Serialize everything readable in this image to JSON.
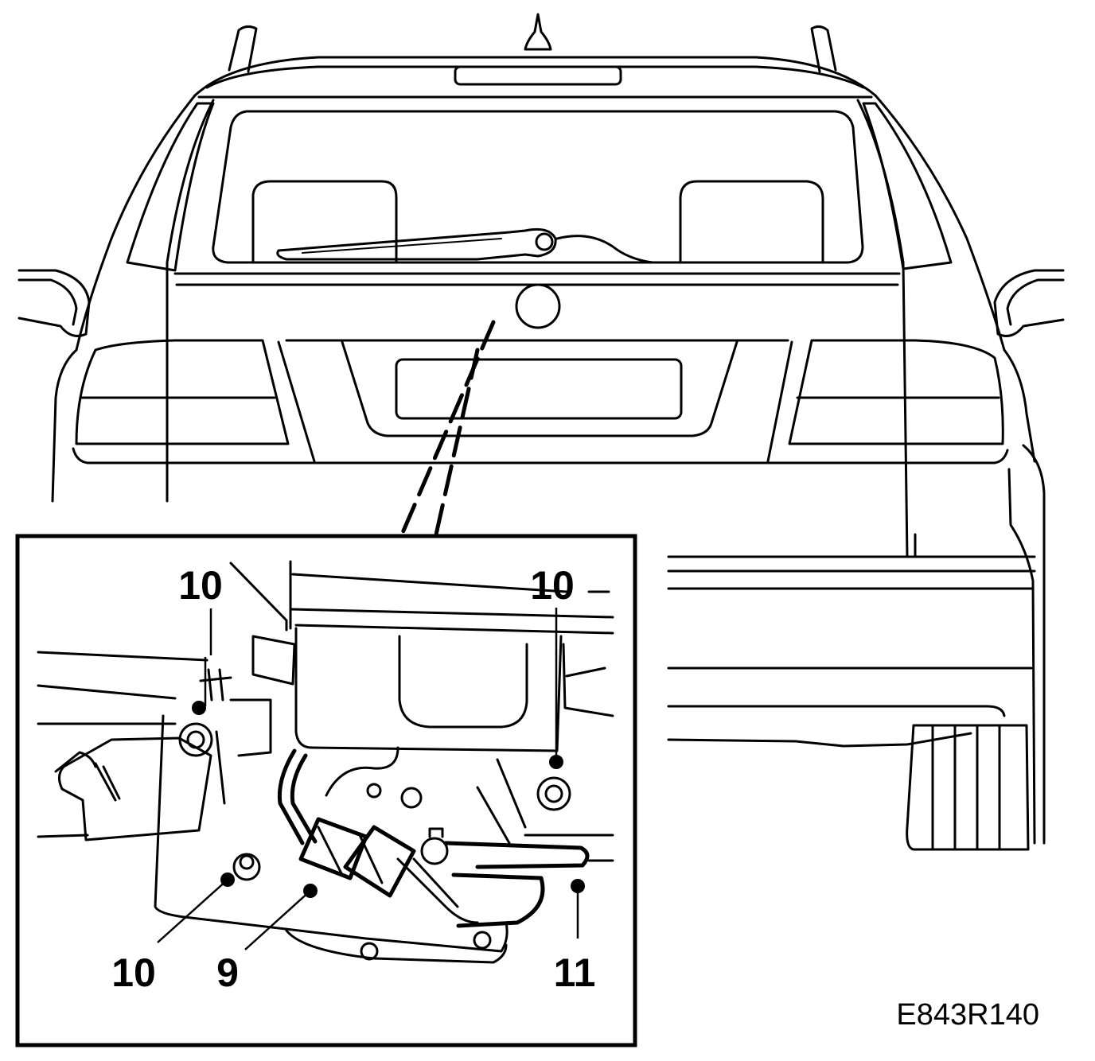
{
  "figure_code": "E843R140",
  "callouts": {
    "top_left": "10",
    "top_right": "10",
    "bottom_left": "10",
    "bottom_middle": "9",
    "bottom_right": "11"
  },
  "colors": {
    "line": "#000000",
    "background": "#ffffff"
  }
}
